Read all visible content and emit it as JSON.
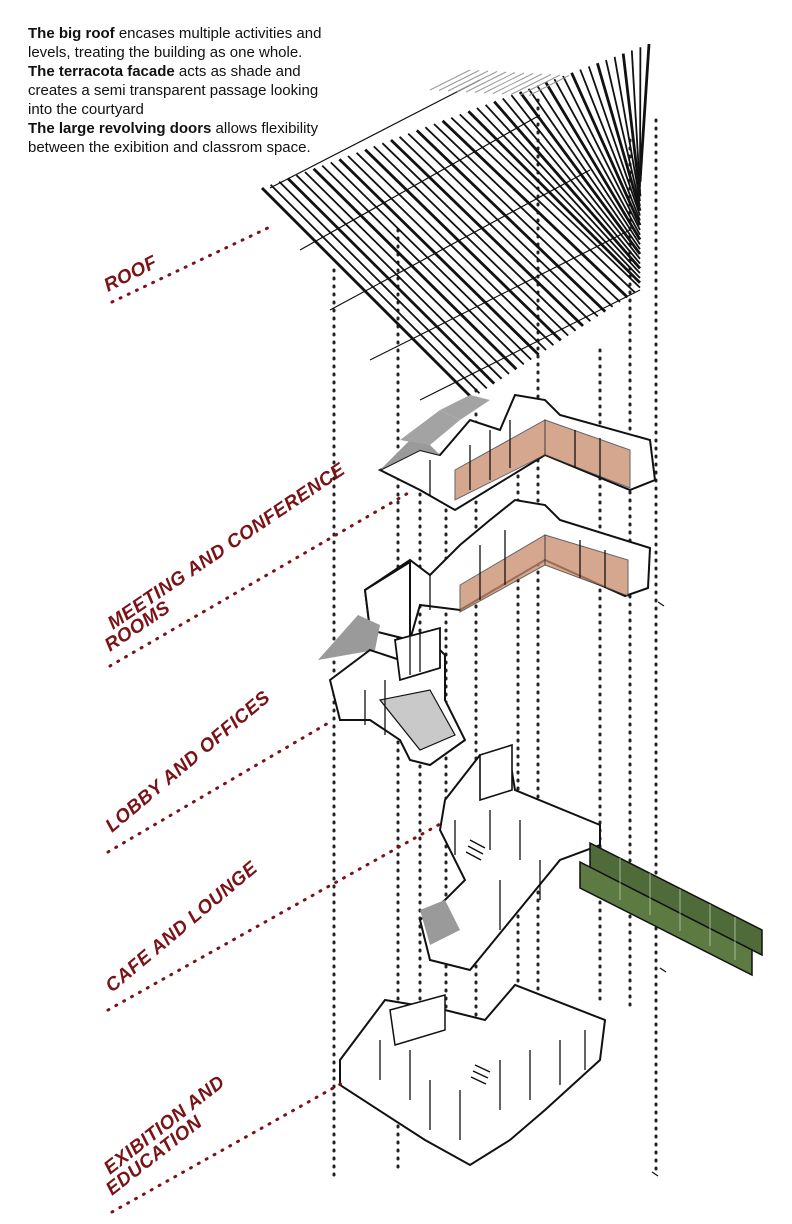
{
  "notes": [
    {
      "bold": "The big roof",
      "text": " encases multiple activities and levels, treating the building as one whole."
    },
    {
      "bold": "The terracota facade",
      "text": " acts as shade and creates a semi transparent passage looking into the courtyard"
    },
    {
      "bold": "The large revolving doors",
      "text": " allows flexibility between the exibition and classrom space."
    }
  ],
  "levels": {
    "roof": "ROOF",
    "meeting_line1": "MEETING AND CONFERENCE",
    "meeting_line2": "ROOMS",
    "lobby": "LOBBY AND OFFICES",
    "cafe": "CAFE AND LOUNGE",
    "exhibition_line1": "EXIBITION AND",
    "exhibition_line2": "EDUCATION"
  },
  "colors": {
    "label": "#7a1216",
    "terracotta": "#c98a6a",
    "green_wall": "#4f6b3a",
    "shadow": "#9a9a9a"
  }
}
